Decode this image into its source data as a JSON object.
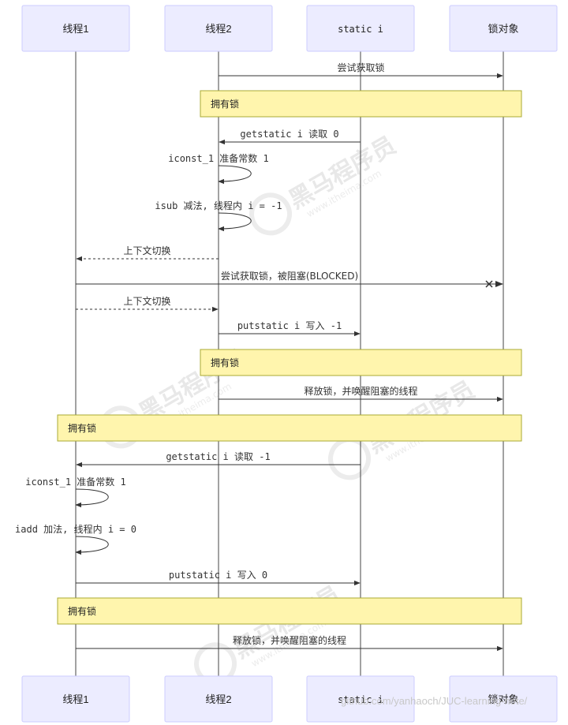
{
  "actors": [
    {
      "id": "t1",
      "label": "线程1",
      "mono": false
    },
    {
      "id": "t2",
      "label": "线程2",
      "mono": false
    },
    {
      "id": "si",
      "label": "static i",
      "mono": true
    },
    {
      "id": "lock",
      "label": "锁对象",
      "mono": false
    }
  ],
  "messages": [
    {
      "from": "t2",
      "to": "lock",
      "text": "尝试获取锁",
      "style": "solid"
    },
    {
      "note": true,
      "over": [
        "t2",
        "lock"
      ],
      "text": "拥有锁"
    },
    {
      "from": "si",
      "to": "t2",
      "text": "getstatic i 读取 0",
      "style": "solid"
    },
    {
      "from": "t2",
      "to": "t2",
      "text": "iconst_1 准备常数 1",
      "style": "self"
    },
    {
      "from": "t2",
      "to": "t2",
      "text": "isub 减法, 线程内 i = -1",
      "style": "self"
    },
    {
      "from": "t2",
      "to": "t1",
      "text": "上下文切换",
      "style": "dashed"
    },
    {
      "from": "t1",
      "to": "lock",
      "text": "尝试获取锁，被阻塞(BLOCKED)",
      "style": "cross"
    },
    {
      "from": "t1",
      "to": "t2",
      "text": "上下文切换",
      "style": "dashed"
    },
    {
      "from": "t2",
      "to": "si",
      "text": "putstatic i 写入 -1",
      "style": "solid"
    },
    {
      "note": true,
      "over": [
        "t2",
        "lock"
      ],
      "text": "拥有锁"
    },
    {
      "from": "t2",
      "to": "lock",
      "text": "释放锁，并唤醒阻塞的线程",
      "style": "solid"
    },
    {
      "note": true,
      "over": [
        "t1",
        "lock"
      ],
      "text": "拥有锁"
    },
    {
      "from": "si",
      "to": "t1",
      "text": "getstatic i 读取 -1",
      "style": "solid"
    },
    {
      "from": "t1",
      "to": "t1",
      "text": "iconst_1 准备常数 1",
      "style": "self"
    },
    {
      "from": "t1",
      "to": "t1",
      "text": "iadd 加法, 线程内 i = 0",
      "style": "self"
    },
    {
      "from": "t1",
      "to": "si",
      "text": "putstatic i 写入 0",
      "style": "solid"
    },
    {
      "note": true,
      "over": [
        "t1",
        "lock"
      ],
      "text": "拥有锁"
    },
    {
      "from": "t1",
      "to": "lock",
      "text": "释放锁，并唤醒阻塞的线程",
      "style": "solid"
    }
  ],
  "watermark": {
    "text": "黑马程序员",
    "sub": "www.itheima.com"
  },
  "footer": "github.com/yanhaoch/JUC-learning-note/"
}
